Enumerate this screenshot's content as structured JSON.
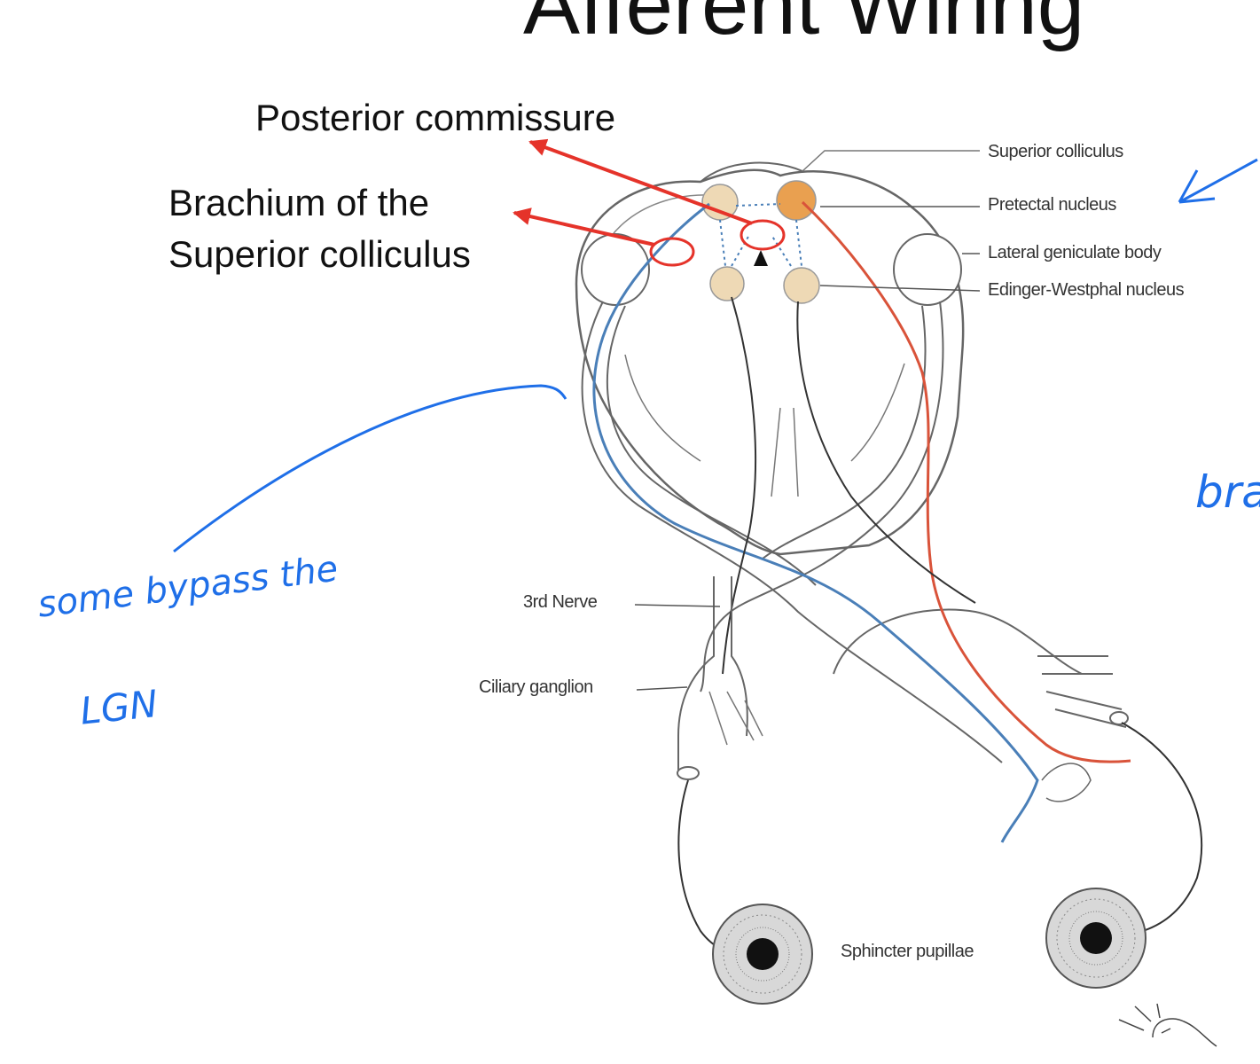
{
  "slide": {
    "title": "Afferent Wiring"
  },
  "callouts": {
    "posterior_commissure": "Posterior commissure",
    "brachium_line1": "Brachium of the",
    "brachium_line2": "Superior colliculus"
  },
  "diagram_labels": {
    "superior_colliculus": "Superior colliculus",
    "pretectal_nucleus": "Pretectal nucleus",
    "lateral_geniculate_body": "Lateral geniculate body",
    "edinger_westphal_nucleus": "Edinger-Westphal nucleus",
    "third_nerve": "3rd Nerve",
    "ciliary_ganglion": "Ciliary ganglion",
    "sphincter_pupillae": "Sphincter pupillae"
  },
  "annotations": {
    "line1": "some bypass the",
    "line2": "LGN",
    "right_fragment": "bra"
  },
  "colors": {
    "callout_red": "#e5332a",
    "ink_blue": "#1f6fe8",
    "nerve_blue": "#4a7fb8",
    "nerve_red": "#d9533a",
    "nucleus_orange": "#e9a050",
    "nucleus_tan": "#eed9b5"
  },
  "icons": {
    "callout": "red-arrow-icon",
    "eye": "iris-icon"
  }
}
